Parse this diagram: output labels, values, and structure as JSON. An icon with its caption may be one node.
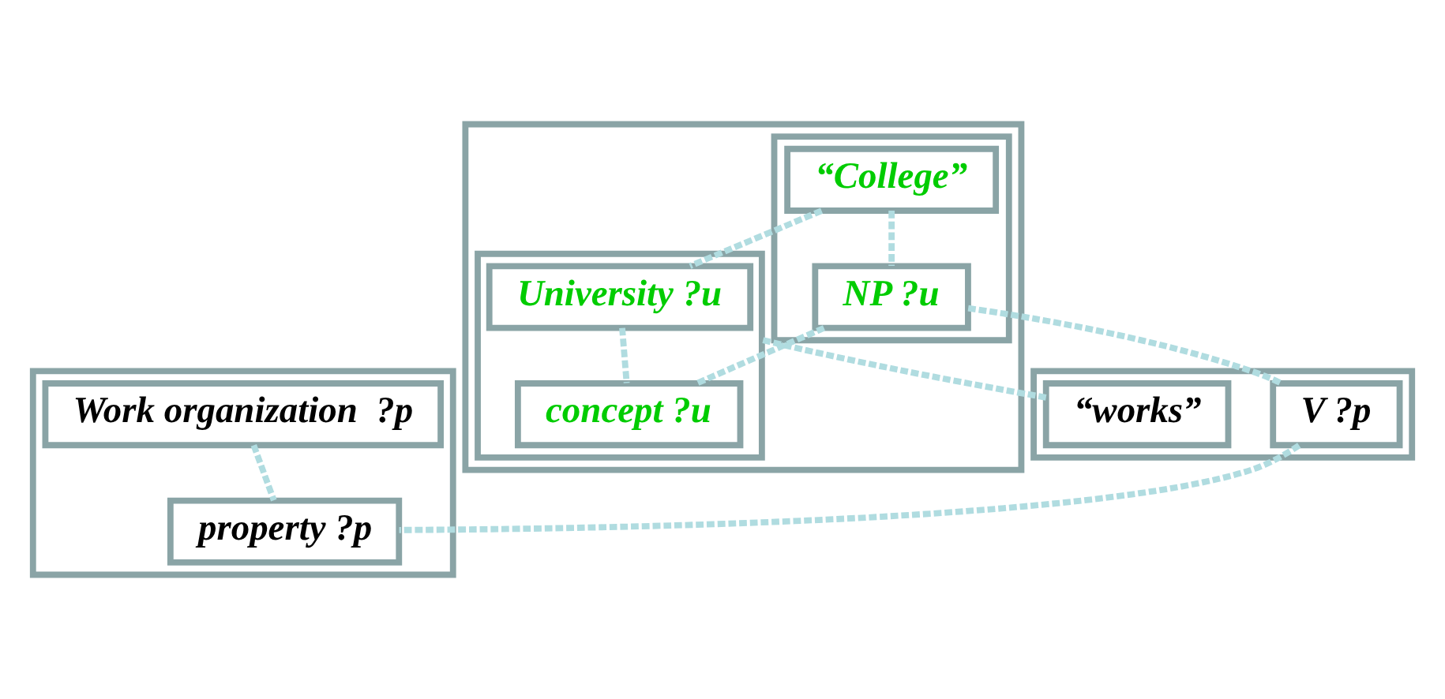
{
  "diagram": {
    "nodes": [
      {
        "text": [],
        "shape": "box"
      },
      {
        "text": [
          "“works”"
        ],
        "in": 0
      },
      {
        "text": [
          "V ?p"
        ],
        "in": 0
      },
      {
        "text": [],
        "shape": "box"
      },
      {
        "text": [],
        "shape": "box",
        "in": 3
      },
      {
        "text": [
          "“College”"
        ],
        "in": 4
      },
      {
        "text": [
          "NP ?u"
        ],
        "in": 4
      },
      {
        "text": [],
        "shape": "box",
        "in": 3
      },
      {
        "text": [
          "University ?u"
        ],
        "in": 7
      },
      {
        "text": [
          "concept ?u"
        ],
        "in": 7
      },
      {
        "text": [],
        "shape": "box"
      },
      {
        "text": [
          "Work organization  ?p"
        ],
        "in": 10
      },
      {
        "text": [
          "property ?p"
        ],
        "in": 10
      }
    ],
    "edges": [
      {
        "from": 5,
        "to": 6,
        "arrow": "none",
        "style": "dashed"
      },
      {
        "from": 6,
        "to": 2,
        "arrow": "none",
        "style": "dashed"
      },
      {
        "from": 5,
        "to": 8,
        "arrow": "none",
        "style": "dashed"
      },
      {
        "from": 1,
        "to": 7,
        "arrow": "none",
        "style": "dashed"
      },
      {
        "from": 6,
        "to": 9,
        "arrow": "none",
        "style": "dashed"
      },
      {
        "from": 2,
        "to": 12,
        "arrow": "none",
        "style": "dashed"
      },
      {
        "from": 8,
        "to": 9,
        "arrow": "none",
        "style": "dashed"
      },
      {
        "from": 11,
        "to": 12,
        "arrow": "none",
        "style": "dashed"
      }
    ]
  }
}
